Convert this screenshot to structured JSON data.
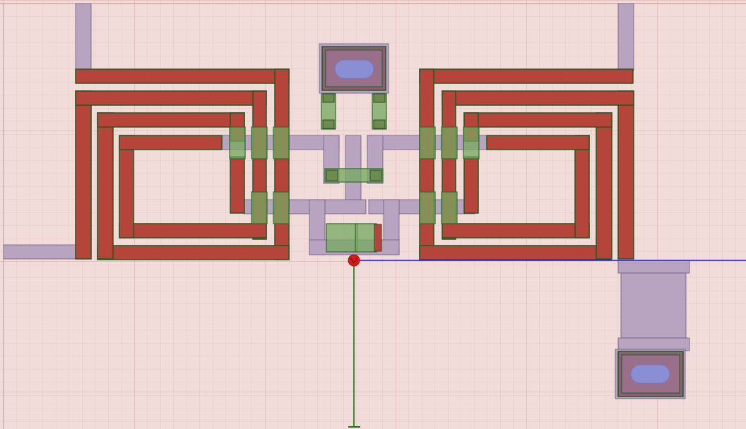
{
  "view": {
    "title": "",
    "background_color": "#f1dcda",
    "grid": true,
    "grid_minor_color": "#e3c4c3",
    "grid_major_color": "#d9b4b2"
  },
  "layers": {
    "metal_top": {
      "fill": "#b5453a",
      "stroke": "#1f5b1f"
    },
    "metal_under": {
      "fill": "#b8a4c0",
      "stroke": "#6f5a84"
    },
    "via": {
      "fill": "#75a860",
      "stroke": "#2f6b2a",
      "opacity": 0.75
    },
    "pad_inner": "#8a8fd4",
    "origin_marker": "#d41a1a",
    "x_axis": "#1a1ad4",
    "y_axis": "#127512"
  },
  "elements": {
    "left_inductor": "inductor",
    "right_inductor": "inductor",
    "top_pad": "pad",
    "bottom_right_pad": "pad",
    "center_capacitor": "capacitor",
    "origin": "origin"
  }
}
